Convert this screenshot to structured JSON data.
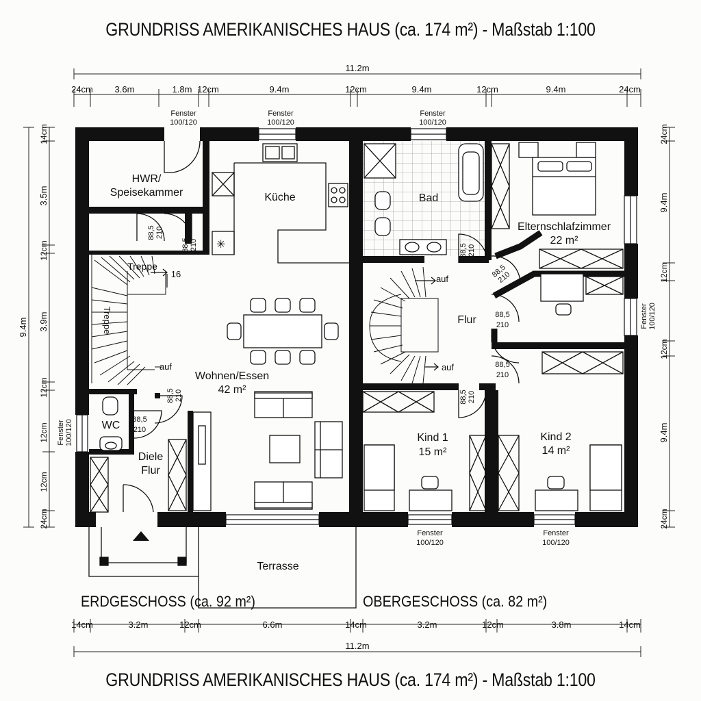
{
  "title_top": "GRUNDRISS AMERIKANISCHES HAUS (ca. 174 m²) - Maßstab 1:100",
  "title_bottom": "GRUNDRISS AMERIKANISCHES HAUS (ca. 174 m²) - Maßstab 1:100",
  "floors": {
    "ground": "ERDGESCHOSS (ca. 92 m²)",
    "upper": "OBERGESCHOSS (ca. 82 m²)"
  },
  "rooms": {
    "hwr_1": "HWR/",
    "hwr_2": "Speisekammer",
    "kueche": "Küche",
    "bad": "Bad",
    "eltern": "Elternschlafzimmer",
    "eltern_area": "22 m²",
    "treppe": "Treppe",
    "treppe_step": "16",
    "treppe_side": "Treppe",
    "wohnen": "Wohnen/Essen",
    "wohnen_area": "42 m²",
    "flur": "Flur",
    "wc": "WC",
    "diele_1": "Diele",
    "diele_2": "Flur",
    "kind1": "Kind 1",
    "kind1_area": "15 m²",
    "kind2": "Kind 2",
    "kind2_area": "14 m²",
    "terrasse": "Terrasse",
    "auf": "auf"
  },
  "windows": {
    "fenster": "Fenster",
    "size": "100/120"
  },
  "doors": {
    "d1": "88,5",
    "d2": "210"
  },
  "dims_top": {
    "total": "11.2m",
    "segments": [
      "24cm",
      "3.6m",
      "1.8m",
      "12cm",
      "9.4m",
      "12cm",
      "9.4m",
      "12cm",
      "9.4m",
      "24cm"
    ]
  },
  "dims_bottom": {
    "total": "11.2m",
    "segments": [
      "14cm",
      "3.2m",
      "12cm",
      "6.6m",
      "14cm",
      "3.2m",
      "12cm",
      "3.8m",
      "14cm"
    ]
  },
  "dims_left": {
    "total": "9.4m",
    "segments": [
      "14cm",
      "3.5m",
      "12cm",
      "3.9m",
      "12cm",
      "12cm",
      "12cm",
      "24cm"
    ]
  },
  "dims_right": {
    "segments": [
      "24cm",
      "9.4m",
      "12cm",
      "12cm",
      "9.4m",
      "24cm"
    ]
  },
  "colors": {
    "wall": "#111111",
    "line": "#222222",
    "tile": "#9a9a9a"
  }
}
